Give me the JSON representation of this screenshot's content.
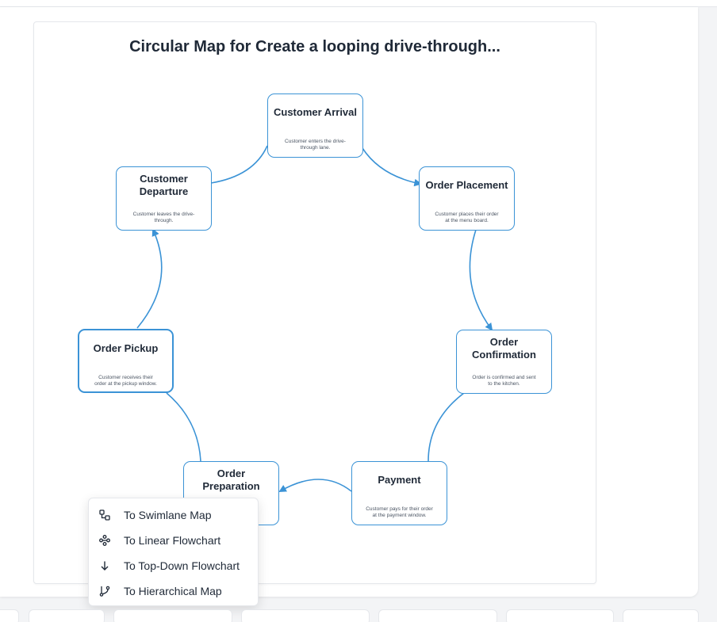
{
  "diagram": {
    "title": "Circular Map for Create a looping drive-through...",
    "nodes": [
      {
        "id": "arrival",
        "title": "Customer Arrival",
        "desc": "Customer enters the drive-through lane."
      },
      {
        "id": "placement",
        "title": "Order Placement",
        "desc": "Customer places their order at the menu board."
      },
      {
        "id": "confirmation",
        "title": "Order Confirmation",
        "desc": "Order is confirmed and sent to the kitchen."
      },
      {
        "id": "payment",
        "title": "Payment",
        "desc": "Customer pays for their order at the payment window."
      },
      {
        "id": "preparation",
        "title": "Order Preparation",
        "desc": ""
      },
      {
        "id": "pickup",
        "title": "Order Pickup",
        "desc": "Customer receives their order at the pickup window."
      },
      {
        "id": "departure",
        "title": "Customer Departure",
        "desc": "Customer leaves the drive-through."
      }
    ],
    "colors": {
      "edge": "#3b93d6",
      "node_border": "#3b93d6"
    }
  },
  "menu": {
    "items": [
      {
        "label": "To Swimlane Map",
        "icon": "swimlane-icon"
      },
      {
        "label": "To Linear Flowchart",
        "icon": "linear-flow-icon"
      },
      {
        "label": "To Top-Down Flowchart",
        "icon": "arrow-down-icon"
      },
      {
        "label": "To Hierarchical Map",
        "icon": "branch-icon"
      }
    ]
  }
}
